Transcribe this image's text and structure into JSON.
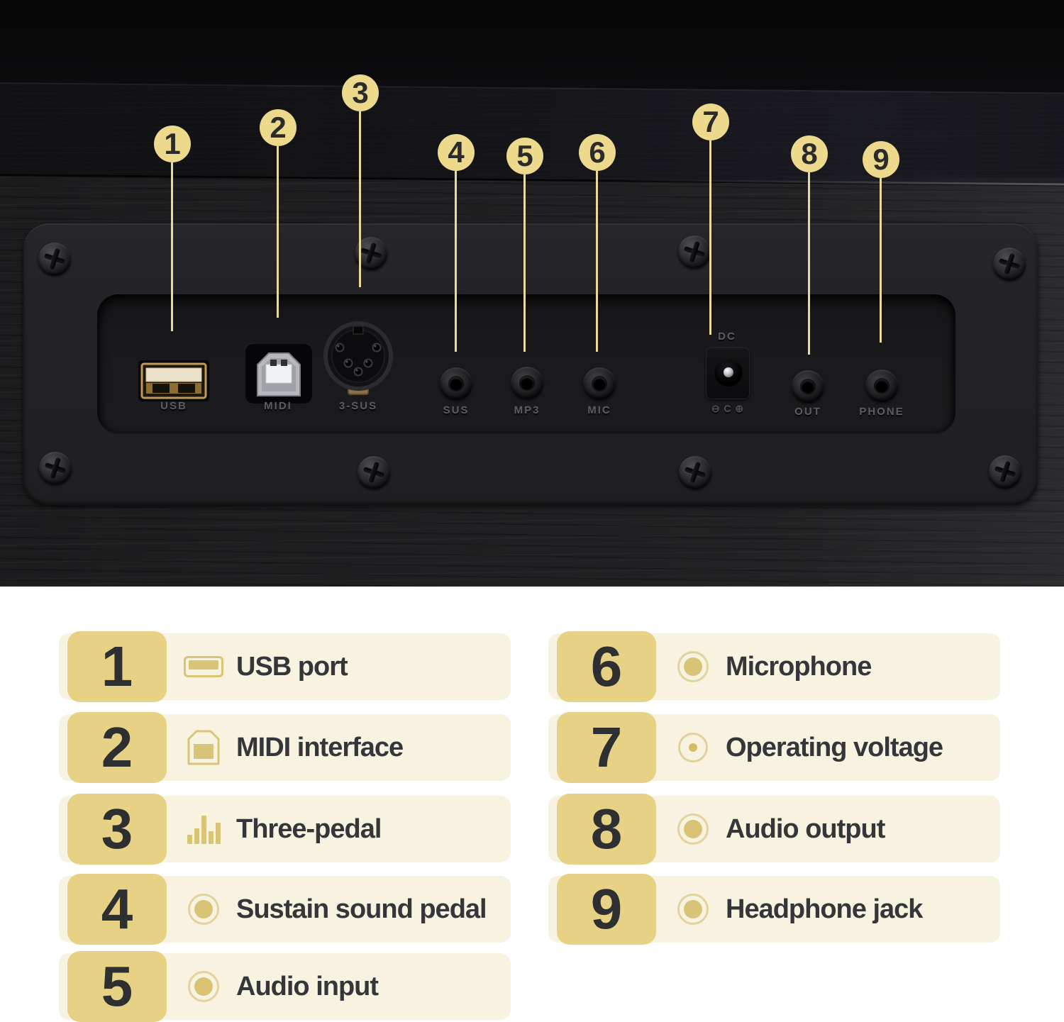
{
  "photo": {
    "callouts": [
      {
        "num": "1"
      },
      {
        "num": "2"
      },
      {
        "num": "3"
      },
      {
        "num": "4"
      },
      {
        "num": "5"
      },
      {
        "num": "6"
      },
      {
        "num": "7"
      },
      {
        "num": "8"
      },
      {
        "num": "9"
      }
    ],
    "port_labels": {
      "usb": "USB",
      "midi": "MIDI",
      "din": "3-SUS",
      "sus": "SUS",
      "mp3": "MP3",
      "mic": "MIC",
      "dc": "DC",
      "polarity": "⊖ C ⊕",
      "out": "OUT",
      "phone": "PHONE"
    }
  },
  "legend": {
    "items": [
      {
        "num": "1",
        "icon": "usb-port-icon",
        "label": "USB port"
      },
      {
        "num": "2",
        "icon": "midi-plug-icon",
        "label": "MIDI interface"
      },
      {
        "num": "3",
        "icon": "pedal-bars-icon",
        "label": "Three-pedal"
      },
      {
        "num": "4",
        "icon": "jack-icon",
        "label": "Sustain sound pedal"
      },
      {
        "num": "5",
        "icon": "jack-icon",
        "label": "Audio input"
      },
      {
        "num": "6",
        "icon": "jack-icon",
        "label": "Microphone"
      },
      {
        "num": "7",
        "icon": "dc-plug-icon",
        "label": "Operating voltage"
      },
      {
        "num": "8",
        "icon": "jack-icon",
        "label": "Audio output"
      },
      {
        "num": "9",
        "icon": "jack-icon",
        "label": "Headphone jack"
      }
    ]
  },
  "colors": {
    "accent_gold": "#e7d184",
    "row_background": "#f8f3e1",
    "callout_gold": "#ecd98c",
    "icon_gold": "#d8c377",
    "text_dark": "#35363a"
  }
}
